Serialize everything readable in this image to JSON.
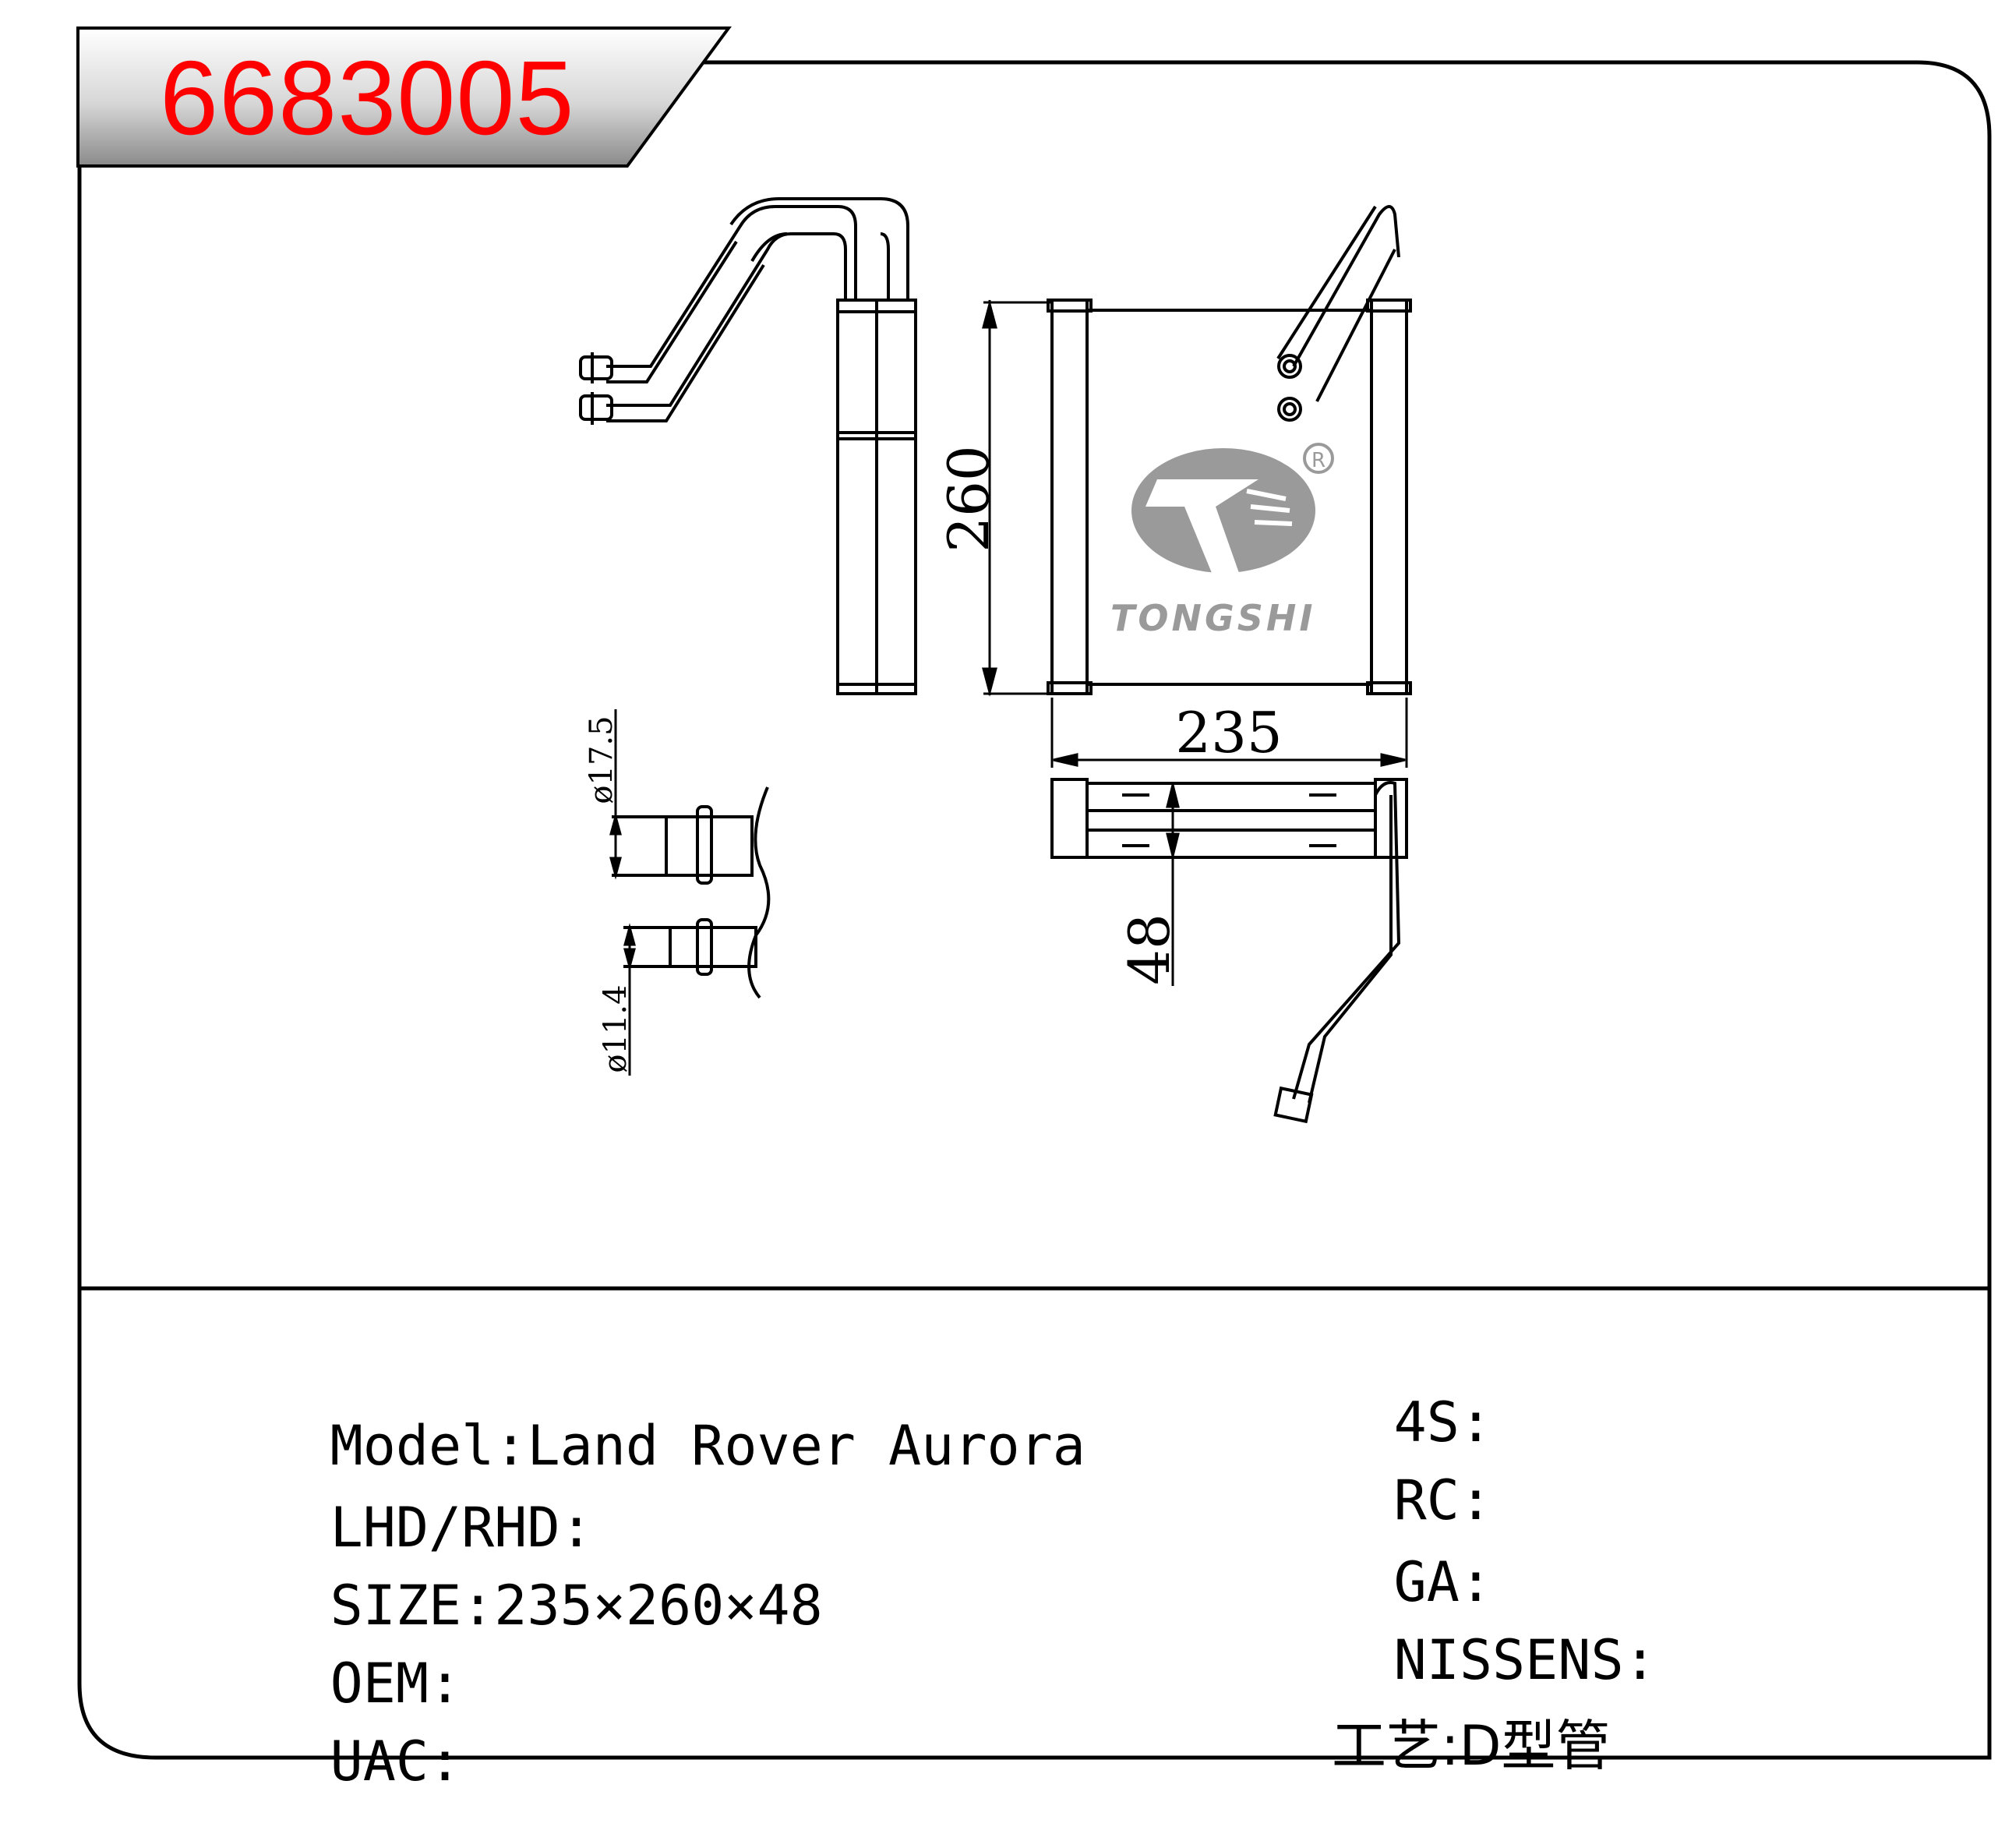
{
  "header": {
    "part_number": "6683005"
  },
  "drawing": {
    "dim_height": "260",
    "dim_width": "235",
    "dim_depth": "48",
    "dim_pipe_large": "ø17.5",
    "dim_pipe_small": "ø11.4",
    "brand": "TONGSHI",
    "registered_mark": "R"
  },
  "specs_left": [
    {
      "label": "Model:",
      "value": "Land Rover Aurora"
    },
    {
      "label": "LHD/RHD:",
      "value": ""
    },
    {
      "label": "SIZE:",
      "value": "235×260×48"
    },
    {
      "label": "OEM:",
      "value": ""
    },
    {
      "label": "UAC:",
      "value": ""
    }
  ],
  "specs_right": [
    {
      "label": "4S:",
      "value": ""
    },
    {
      "label": "RC:",
      "value": ""
    },
    {
      "label": "GA:",
      "value": ""
    },
    {
      "label": "NISSENS:",
      "value": ""
    },
    {
      "label": "工艺:",
      "value": "D型管"
    }
  ],
  "colors": {
    "part_number": "#ff0000",
    "line": "#000000",
    "logo": "#9a9a9a"
  }
}
